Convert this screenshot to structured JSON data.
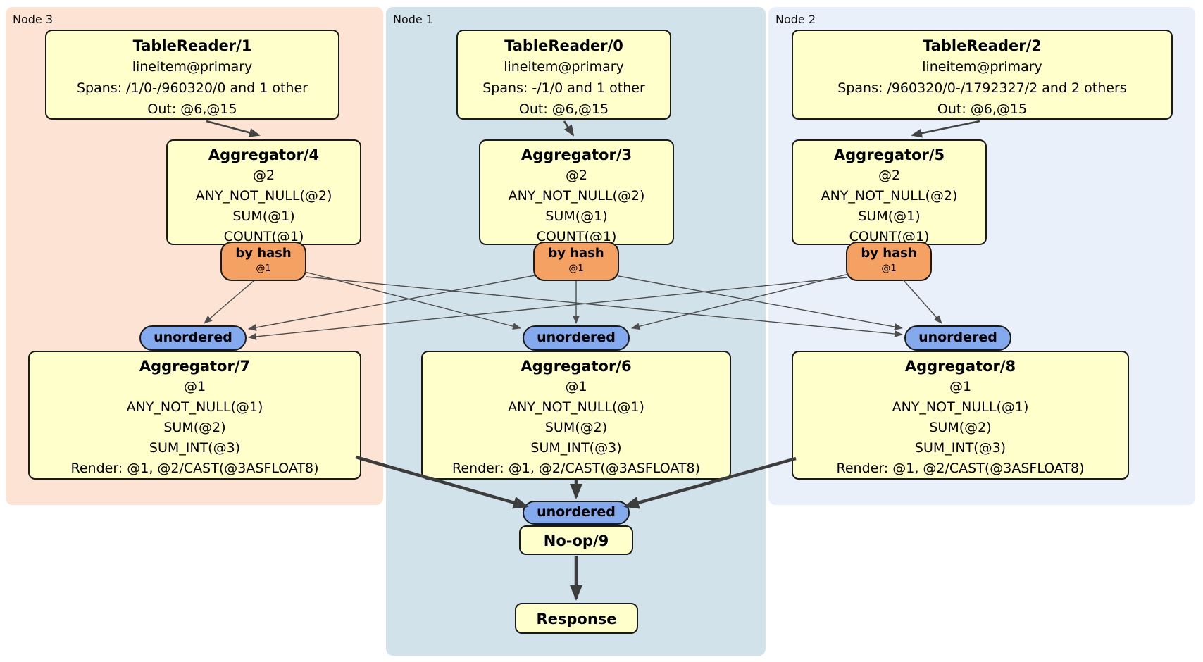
{
  "regions": [
    {
      "label": "Node 3"
    },
    {
      "label": "Node 1"
    },
    {
      "label": "Node 2"
    }
  ],
  "processors": {
    "tr1": {
      "title": "TableReader/1",
      "lines": [
        "lineitem@primary",
        "Spans: /1/0-/960320/0 and 1 other",
        "Out: @6,@15"
      ]
    },
    "tr0": {
      "title": "TableReader/0",
      "lines": [
        "lineitem@primary",
        "Spans: -/1/0 and 1 other",
        "Out: @6,@15"
      ]
    },
    "tr2": {
      "title": "TableReader/2",
      "lines": [
        "lineitem@primary",
        "Spans: /960320/0-/1792327/2 and 2 others",
        "Out: @6,@15"
      ]
    },
    "agg4": {
      "title": "Aggregator/4",
      "lines": [
        "@2",
        "ANY_NOT_NULL(@2)",
        "SUM(@1)",
        "COUNT(@1)"
      ]
    },
    "agg3": {
      "title": "Aggregator/3",
      "lines": [
        "@2",
        "ANY_NOT_NULL(@2)",
        "SUM(@1)",
        "COUNT(@1)"
      ]
    },
    "agg5": {
      "title": "Aggregator/5",
      "lines": [
        "@2",
        "ANY_NOT_NULL(@2)",
        "SUM(@1)",
        "COUNT(@1)"
      ]
    },
    "agg7": {
      "title": "Aggregator/7",
      "lines": [
        "@1",
        "ANY_NOT_NULL(@1)",
        "SUM(@2)",
        "SUM_INT(@3)",
        "Render: @1, @2/CAST(@3ASFLOAT8)"
      ]
    },
    "agg6": {
      "title": "Aggregator/6",
      "lines": [
        "@1",
        "ANY_NOT_NULL(@1)",
        "SUM(@2)",
        "SUM_INT(@3)",
        "Render: @1, @2/CAST(@3ASFLOAT8)"
      ]
    },
    "agg8": {
      "title": "Aggregator/8",
      "lines": [
        "@1",
        "ANY_NOT_NULL(@1)",
        "SUM(@2)",
        "SUM_INT(@3)",
        "Render: @1, @2/CAST(@3ASFLOAT8)"
      ]
    },
    "noop": {
      "title": "No-op/9"
    },
    "response": {
      "title": "Response"
    }
  },
  "router": {
    "label": "by hash",
    "sub": "@1"
  },
  "sync": {
    "label": "unordered"
  },
  "colors": {
    "node3_bg": "#fce3d4",
    "node1_bg": "#d2e2eb",
    "node2_bg": "#eaf0fa",
    "processor_bg": "#ffffcc",
    "router_bg": "#f5a163",
    "sync_bg": "#84a9ed",
    "border": "#1a1a1a",
    "edge": "#4d4d4d"
  }
}
